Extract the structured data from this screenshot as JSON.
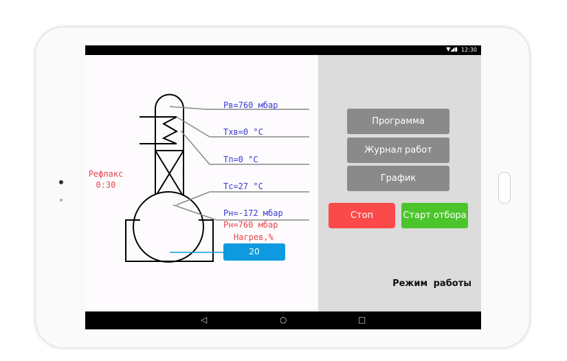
{
  "status": {
    "time": "12:30",
    "icons": "▼◢▮"
  },
  "diagram": {
    "reflux_label": "Рефлакс",
    "reflux_value": "0:30",
    "p_top": "Рв=760 мбар",
    "t_cooling_water": "Тхв=0 °С",
    "t_vapor": "Тп=0 °С",
    "t_column": "Тс=27 °С",
    "p_bottom": "Рн=-172 мбар",
    "p_bottom_set": "Рн=760 мбар",
    "heating_label": "Нагрев,%",
    "heating_value": "20"
  },
  "menu": {
    "program": "Программа",
    "log": "Журнал работ",
    "graph": "График",
    "stop": "Стоп",
    "start": "Старт отбора",
    "mode": "Режим работы"
  },
  "nav": {
    "back": "◁",
    "home": "○",
    "recent": "□"
  },
  "colors": {
    "stop": "#fb4a4a",
    "start": "#4cc52c",
    "heat": "#0f9ae0",
    "label": "#3a3ad0",
    "alert": "#e8454a"
  }
}
